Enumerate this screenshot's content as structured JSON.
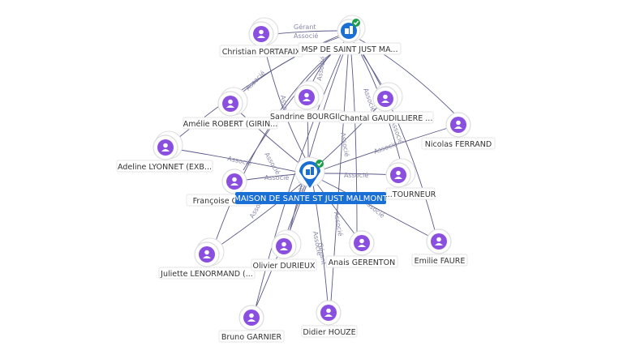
{
  "colors": {
    "person": "#8b4fe0",
    "company": "#1a6fd4",
    "edge": "#5a5a8a",
    "check": "#1e9e4a"
  },
  "companies": [
    {
      "id": "c1",
      "label": "MAISON DE SANTE ST JUST MALMONT",
      "icon": "building-icon",
      "highlight": true
    },
    {
      "id": "c2",
      "label": "MSP DE SAINT JUST MA...",
      "icon": "building-icon",
      "highlight": false
    }
  ],
  "persons": [
    {
      "id": "p1",
      "label": "Christian PORTAFAIX"
    },
    {
      "id": "p2",
      "label": "Amélie ROBERT (GIRIN..."
    },
    {
      "id": "p3",
      "label": "Sandrine BOURGIN"
    },
    {
      "id": "p4",
      "label": "Chantal GAUDILLIERE ..."
    },
    {
      "id": "p5",
      "label": "Nicolas FERRAND"
    },
    {
      "id": "p6",
      "label": "Adeline LYONNET (EXB..."
    },
    {
      "id": "p7",
      "label": "Françoise GA..."
    },
    {
      "id": "p8",
      "label": "...TOURNEUR"
    },
    {
      "id": "p9",
      "label": "Juliette LENORMAND (..."
    },
    {
      "id": "p10",
      "label": "Olivier DURIEUX"
    },
    {
      "id": "p11",
      "label": "Anais GERENTON"
    },
    {
      "id": "p12",
      "label": "Emilie FAURE"
    },
    {
      "id": "p13",
      "label": "Bruno GARNIER"
    },
    {
      "id": "p14",
      "label": "Didier HOUZE"
    }
  ],
  "edge_labels": [
    "Gérant",
    "Associé"
  ]
}
